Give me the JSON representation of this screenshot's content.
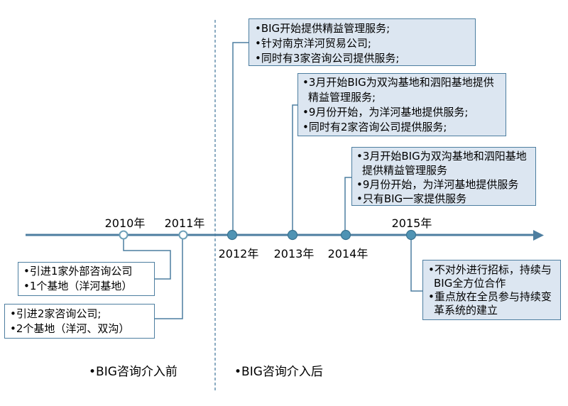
{
  "palette": {
    "line": "#4d7ea0",
    "marker_fill": "#4f93b4",
    "marker_stroke": "#3a7390",
    "open_marker_stroke": "#6ea0b8",
    "box_fill": "#dce6f1",
    "box_border": "#4d7ea0",
    "text": "#000000",
    "bg": "#ffffff"
  },
  "years": [
    {
      "label": "2010年",
      "marker": "open",
      "label_position": "above"
    },
    {
      "label": "2011年",
      "marker": "open",
      "label_position": "above"
    },
    {
      "label": "2012年",
      "marker": "filled",
      "label_position": "below"
    },
    {
      "label": "2013年",
      "marker": "filled",
      "label_position": "below"
    },
    {
      "label": "2014年",
      "marker": "filled",
      "label_position": "below"
    },
    {
      "label": "2015年",
      "marker": "filled",
      "label_position": "above"
    }
  ],
  "boxes": {
    "y2012": {
      "items": [
        "•BIG开始提供精益管理服务;",
        "•针对南京洋河贸易公司;",
        "•同时有3家咨询公司提供服务;"
      ]
    },
    "y2013": {
      "items": [
        "•3月开始BIG为双沟基地和泗阳基地提供精益管理服务;",
        "•9月份开始，为洋河基地提供服务;",
        "•同时有2家咨询公司提供服务;"
      ]
    },
    "y2014": {
      "items": [
        "•3月开始BIG为双沟基地和泗阳基地提供精益管理服务",
        "•9月份开始，为洋河基地提供服务",
        "•只有BIG一家提供服务"
      ]
    },
    "y2015": {
      "items": [
        "•不对外进行招标，持续与BIG全方位合作",
        "•重点放在全员参与持续变革系统的建立"
      ]
    },
    "pre1": {
      "items": [
        "•引进1家外部咨询公司",
        "•1个基地（洋河基地）"
      ]
    },
    "pre2": {
      "items": [
        "•引进2家咨询公司;",
        "•2个基地（洋河、双沟）"
      ]
    }
  },
  "footer": {
    "before": "•BIG咨询介入前",
    "after": "•BIG咨询介入后"
  }
}
